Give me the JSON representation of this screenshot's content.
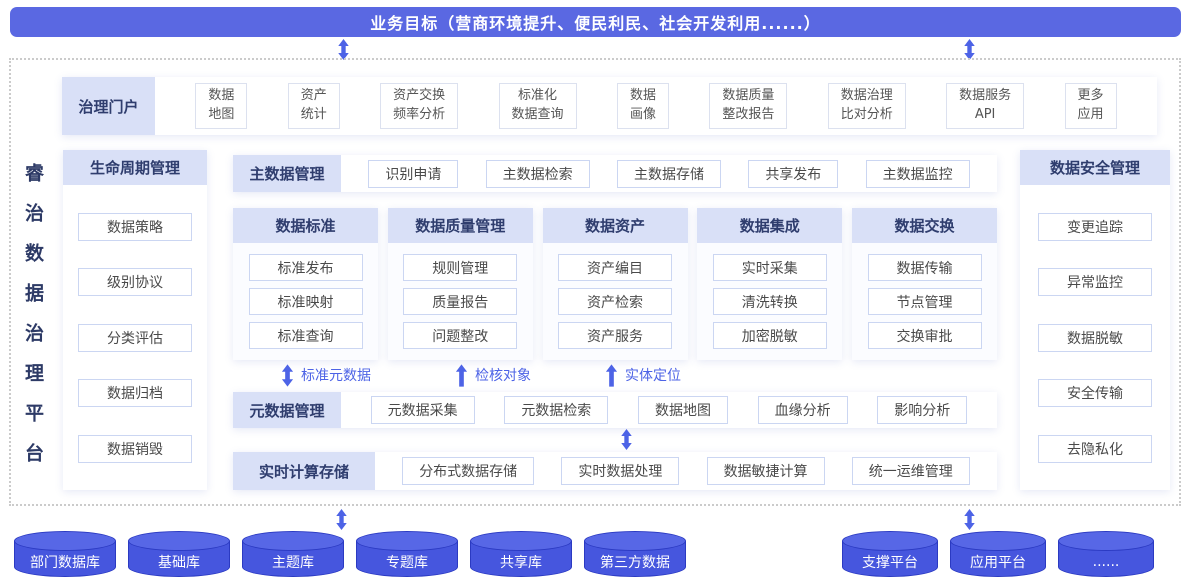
{
  "banner": {
    "label": "业务目标（营商环境提升、便民利民、社会开发利用......）"
  },
  "platform_title": "睿治数据治理平台",
  "portal": {
    "label": "治理门户",
    "items": [
      "数据\n地图",
      "资产\n统计",
      "资产交换\n频率分析",
      "标准化\n数据查询",
      "数据\n画像",
      "数据质量\n整改报告",
      "数据治理\n比对分析",
      "数据服务\nAPI",
      "更多\n应用"
    ]
  },
  "lifecycle": {
    "label": "生命周期管理",
    "items": [
      "数据策略",
      "级别协议",
      "分类评估",
      "数据归档",
      "数据销毁"
    ]
  },
  "master": {
    "label": "主数据管理",
    "items": [
      "识别申请",
      "主数据检索",
      "主数据存储",
      "共享发布",
      "主数据监控"
    ]
  },
  "pillars": [
    {
      "label": "数据标准",
      "items": [
        "标准发布",
        "标准映射",
        "标准查询"
      ]
    },
    {
      "label": "数据质量管理",
      "items": [
        "规则管理",
        "质量报告",
        "问题整改"
      ]
    },
    {
      "label": "数据资产",
      "items": [
        "资产编目",
        "资产检索",
        "资产服务"
      ]
    },
    {
      "label": "数据集成",
      "items": [
        "实时采集",
        "清洗转换",
        "加密脱敏"
      ]
    },
    {
      "label": "数据交换",
      "items": [
        "数据传输",
        "节点管理",
        "交换审批"
      ]
    }
  ],
  "flows": [
    {
      "label": "标准元数据",
      "arrow": "double"
    },
    {
      "label": "检核对象",
      "arrow": "up"
    },
    {
      "label": "实体定位",
      "arrow": "up"
    }
  ],
  "metadata": {
    "label": "元数据管理",
    "items": [
      "元数据采集",
      "元数据检索",
      "数据地图",
      "血缘分析",
      "影响分析"
    ]
  },
  "realtime": {
    "label": "实时计算存储",
    "items": [
      "分布式数据存储",
      "实时数据处理",
      "数据敏捷计算",
      "统一运维管理"
    ]
  },
  "security": {
    "label": "数据安全管理",
    "items": [
      "变更追踪",
      "异常监控",
      "数据脱敏",
      "安全传输",
      "去隐私化"
    ]
  },
  "databases": [
    "部门数据库",
    "基础库",
    "主题库",
    "专题库",
    "共享库",
    "第三方数据"
  ],
  "platforms": [
    "支撑平台",
    "应用平台",
    "......"
  ],
  "colors": {
    "banner": "#5A68E2",
    "arrow": "#4D63E6",
    "header_bg": "#D9E0F7",
    "header_text": "#2F3D6E",
    "cylinder": "#4656DE"
  }
}
